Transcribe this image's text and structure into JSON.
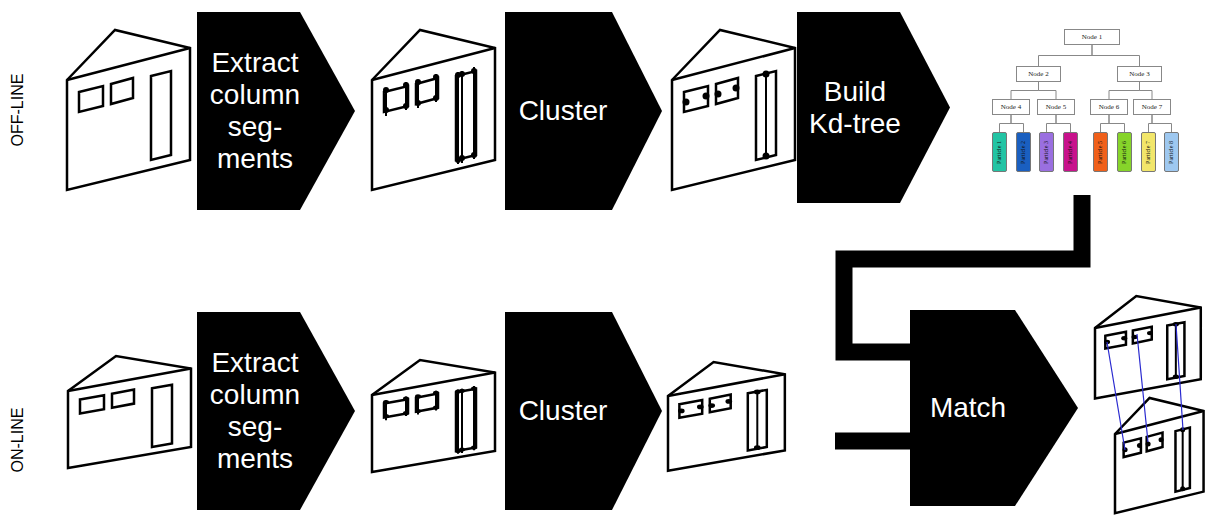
{
  "diagram": {
    "nodes": [
      {
        "text": [
          "Extract column seg- ments"
        ]
      },
      {
        "text": [
          "Cluster"
        ]
      },
      {
        "text": [
          "Build Kd-tree"
        ]
      },
      {
        "text": [
          "Node 1"
        ]
      },
      {
        "text": [
          "Node 2"
        ]
      },
      {
        "text": [
          "Node 3"
        ]
      },
      {
        "text": [
          "Node 4"
        ]
      },
      {
        "text": [
          "Node 5"
        ]
      },
      {
        "text": [
          "Node 6"
        ]
      },
      {
        "text": [
          "Node 7"
        ]
      },
      {
        "text": [
          "Particle 1"
        ]
      },
      {
        "text": [
          "Particle 2"
        ]
      },
      {
        "text": [
          "Particle 3"
        ]
      },
      {
        "text": [
          "Particle 4"
        ]
      },
      {
        "text": [
          "Particle 5"
        ]
      },
      {
        "text": [
          "Particle 6"
        ]
      },
      {
        "text": [
          "Particle 7"
        ]
      },
      {
        "text": [
          "Particle 8"
        ]
      },
      {
        "text": [
          "Extract column seg- ments"
        ]
      },
      {
        "text": [
          "Cluster"
        ]
      },
      {
        "text": [
          "Match"
        ]
      }
    ],
    "edges": [
      {
        "from": 3,
        "to": 4,
        "arrow": "none"
      },
      {
        "from": 3,
        "to": 5,
        "arrow": "none"
      },
      {
        "from": 4,
        "to": 6,
        "arrow": "none"
      },
      {
        "from": 4,
        "to": 7,
        "arrow": "none"
      },
      {
        "from": 5,
        "to": 8,
        "arrow": "none"
      },
      {
        "from": 5,
        "to": 9,
        "arrow": "none"
      },
      {
        "from": 6,
        "to": 10,
        "arrow": "none"
      },
      {
        "from": 6,
        "to": 11,
        "arrow": "none"
      },
      {
        "from": 7,
        "to": 12,
        "arrow": "none"
      },
      {
        "from": 7,
        "to": 13,
        "arrow": "none"
      },
      {
        "from": 8,
        "to": 14,
        "arrow": "none"
      },
      {
        "from": 8,
        "to": 15,
        "arrow": "none"
      },
      {
        "from": 9,
        "to": 16,
        "arrow": "none"
      },
      {
        "from": 9,
        "to": 17,
        "arrow": "none"
      }
    ],
    "labels": [
      "OFF-LINE",
      "ON-LINE"
    ]
  }
}
